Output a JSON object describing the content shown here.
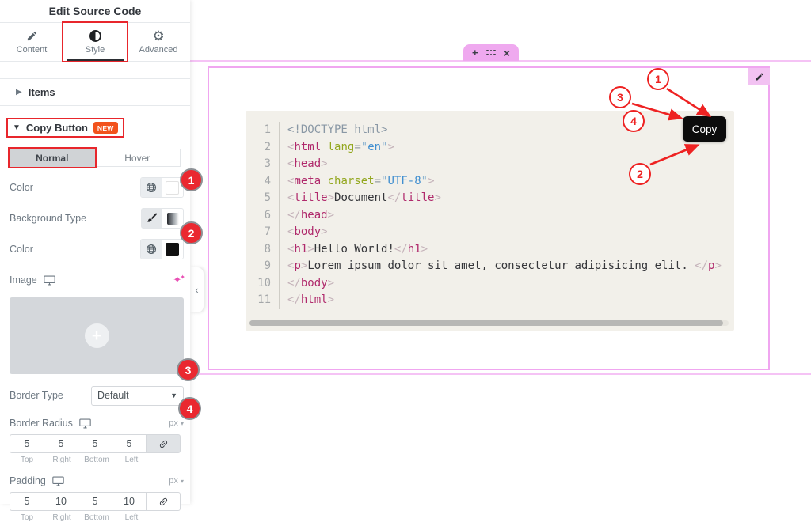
{
  "panel": {
    "title": "Edit Source Code",
    "tabs": [
      {
        "label": "Content",
        "icon": "pencil-icon"
      },
      {
        "label": "Style",
        "icon": "contrast-icon"
      },
      {
        "label": "Advanced",
        "icon": "gear-icon"
      }
    ],
    "sections": {
      "items": {
        "label": "Items"
      },
      "copy_button": {
        "label": "Copy Button",
        "badge": "NEW"
      }
    },
    "state_tabs": [
      {
        "label": "Normal"
      },
      {
        "label": "Hover"
      }
    ],
    "controls": {
      "text_color": {
        "label": "Color",
        "swatch": "#ffffff"
      },
      "background_type": {
        "label": "Background Type"
      },
      "background_color": {
        "label": "Color",
        "swatch": "#111111"
      },
      "image": {
        "label": "Image"
      },
      "border_type": {
        "label": "Border Type",
        "value": "Default"
      },
      "border_radius": {
        "label": "Border Radius",
        "unit": "px",
        "values": [
          "5",
          "5",
          "5",
          "5"
        ],
        "dims": [
          "Top",
          "Right",
          "Bottom",
          "Left"
        ],
        "linked": true
      },
      "padding": {
        "label": "Padding",
        "unit": "px",
        "values": [
          "5",
          "10",
          "5",
          "10"
        ],
        "dims": [
          "Top",
          "Right",
          "Bottom",
          "Left"
        ],
        "linked": false
      }
    },
    "annotations": [
      "1",
      "2",
      "3",
      "4"
    ]
  },
  "canvas": {
    "copy_button_label": "Copy",
    "annotations": [
      "1",
      "2",
      "3",
      "4"
    ],
    "code": {
      "line_numbers": [
        "1",
        "2",
        "3",
        "4",
        "5",
        "6",
        "7",
        "8",
        "9",
        "10",
        "11"
      ],
      "lines": [
        [
          {
            "c": "doc",
            "t": "<!DOCTYPE html>"
          }
        ],
        [
          {
            "c": "pun",
            "t": "<"
          },
          {
            "c": "tag",
            "t": "html"
          },
          {
            "c": "txt",
            "t": " "
          },
          {
            "c": "attr",
            "t": "lang"
          },
          {
            "c": "eq",
            "t": "="
          },
          {
            "c": "q",
            "t": "\""
          },
          {
            "c": "val",
            "t": "en"
          },
          {
            "c": "q",
            "t": "\""
          },
          {
            "c": "pun",
            "t": ">"
          }
        ],
        [
          {
            "c": "pun",
            "t": "<"
          },
          {
            "c": "tag",
            "t": "head"
          },
          {
            "c": "pun",
            "t": ">"
          }
        ],
        [
          {
            "c": "pun",
            "t": "<"
          },
          {
            "c": "tag",
            "t": "meta"
          },
          {
            "c": "txt",
            "t": " "
          },
          {
            "c": "attr",
            "t": "charset"
          },
          {
            "c": "eq",
            "t": "="
          },
          {
            "c": "q",
            "t": "\""
          },
          {
            "c": "val",
            "t": "UTF-8"
          },
          {
            "c": "q",
            "t": "\""
          },
          {
            "c": "pun",
            "t": ">"
          }
        ],
        [
          {
            "c": "pun",
            "t": "<"
          },
          {
            "c": "tag",
            "t": "title"
          },
          {
            "c": "pun",
            "t": ">"
          },
          {
            "c": "txt",
            "t": "Document"
          },
          {
            "c": "pun",
            "t": "</"
          },
          {
            "c": "tag",
            "t": "title"
          },
          {
            "c": "pun",
            "t": ">"
          }
        ],
        [
          {
            "c": "pun",
            "t": "</"
          },
          {
            "c": "tag",
            "t": "head"
          },
          {
            "c": "pun",
            "t": ">"
          }
        ],
        [
          {
            "c": "pun",
            "t": "<"
          },
          {
            "c": "tag",
            "t": "body"
          },
          {
            "c": "pun",
            "t": ">"
          }
        ],
        [
          {
            "c": "pun",
            "t": "<"
          },
          {
            "c": "tag",
            "t": "h1"
          },
          {
            "c": "pun",
            "t": ">"
          },
          {
            "c": "txt",
            "t": "Hello World!"
          },
          {
            "c": "pun",
            "t": "</"
          },
          {
            "c": "tag",
            "t": "h1"
          },
          {
            "c": "pun",
            "t": ">"
          }
        ],
        [
          {
            "c": "pun",
            "t": "<"
          },
          {
            "c": "tag",
            "t": "p"
          },
          {
            "c": "pun",
            "t": ">"
          },
          {
            "c": "txt",
            "t": "Lorem ipsum dolor sit amet, consectetur adipisicing elit. "
          },
          {
            "c": "pun",
            "t": "</"
          },
          {
            "c": "tag",
            "t": "p"
          },
          {
            "c": "pun",
            "t": ">"
          }
        ],
        [
          {
            "c": "pun",
            "t": "</"
          },
          {
            "c": "tag",
            "t": "body"
          },
          {
            "c": "pun",
            "t": ">"
          }
        ],
        [
          {
            "c": "pun",
            "t": "</"
          },
          {
            "c": "tag",
            "t": "html"
          },
          {
            "c": "pun",
            "t": ">"
          }
        ]
      ]
    }
  },
  "colors": {
    "annotation_red": "#e8262c",
    "handle_pink": "#efa9ef",
    "selection_pink": "#f0a6f0",
    "new_badge_orange": "#f2521c",
    "copy_button_bg": "#0c0c0c",
    "code_background": "#f2f0ea"
  }
}
